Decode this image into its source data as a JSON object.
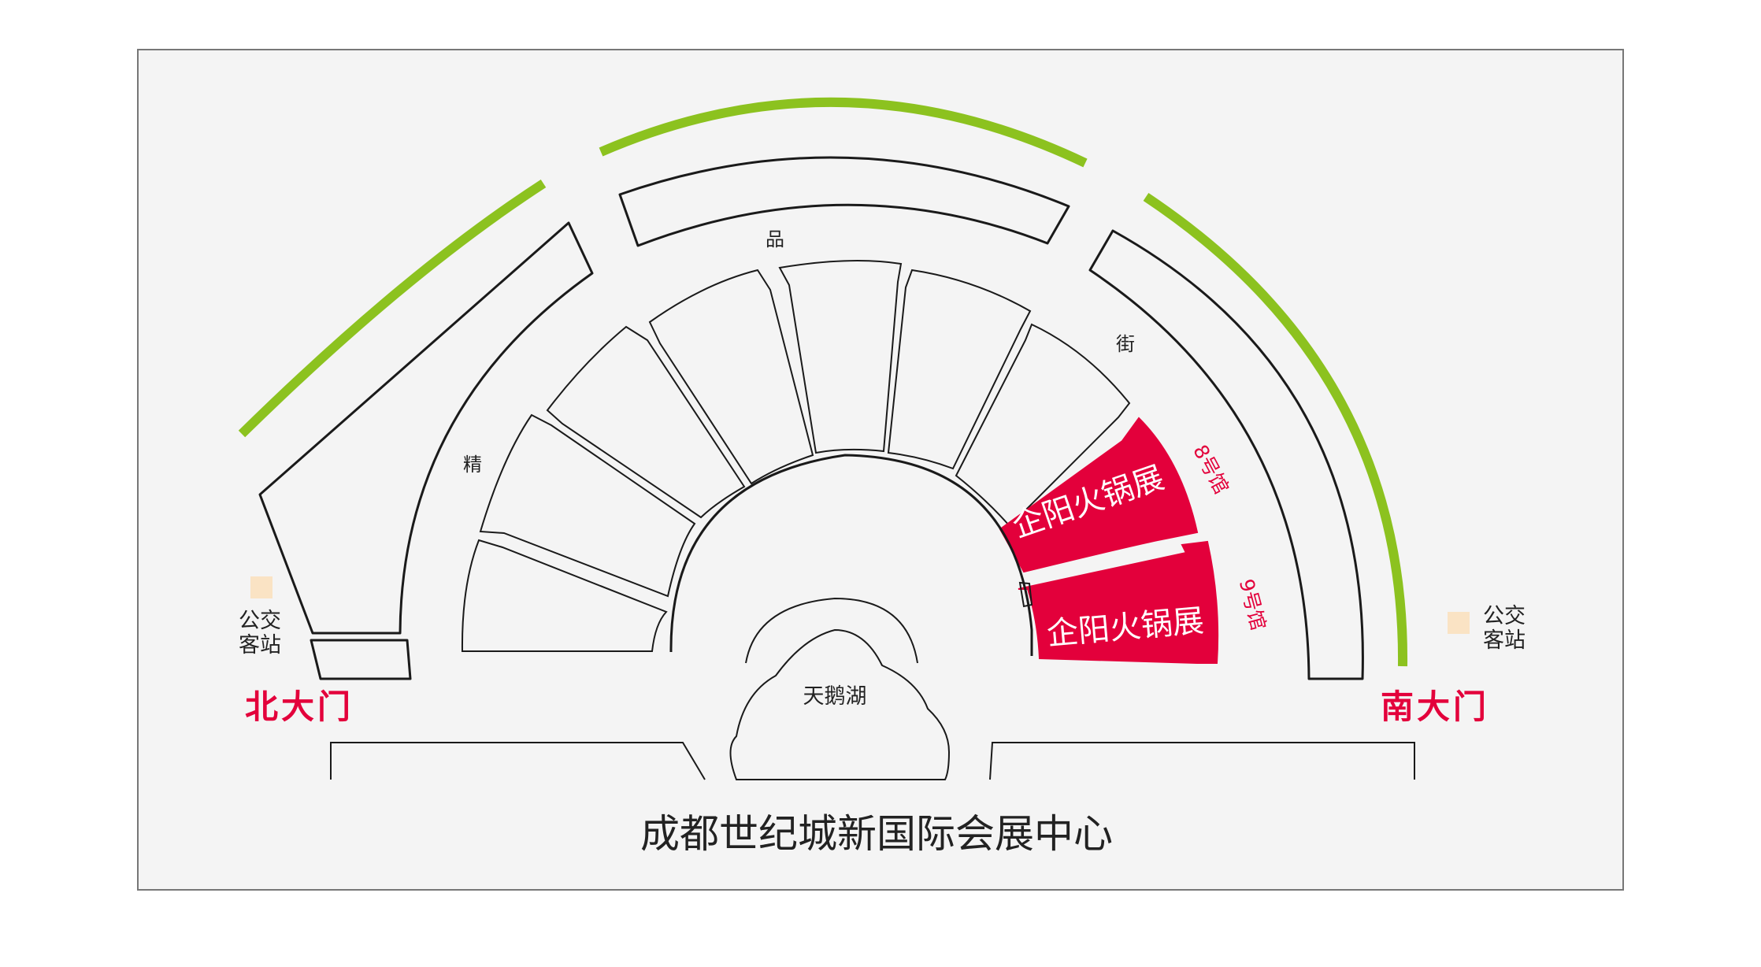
{
  "title": "成都世纪城新国际会展中心",
  "street": {
    "char1": "精",
    "char2": "品",
    "char3": "街"
  },
  "lake": "天鹅湖",
  "gates": {
    "north": "北大门",
    "south": "南大门"
  },
  "bus_stop": {
    "line1": "公交",
    "line2": "客站"
  },
  "highlight": {
    "hall8": {
      "label": "企阳火锅展",
      "number": "8号馆"
    },
    "hall9": {
      "label": "企阳火锅展",
      "number": "9号馆"
    }
  },
  "colors": {
    "highlight": "#e3003b",
    "green_belt": "#8cc21f",
    "bus_stop": "#fae3c4",
    "background": "#f4f4f4"
  }
}
